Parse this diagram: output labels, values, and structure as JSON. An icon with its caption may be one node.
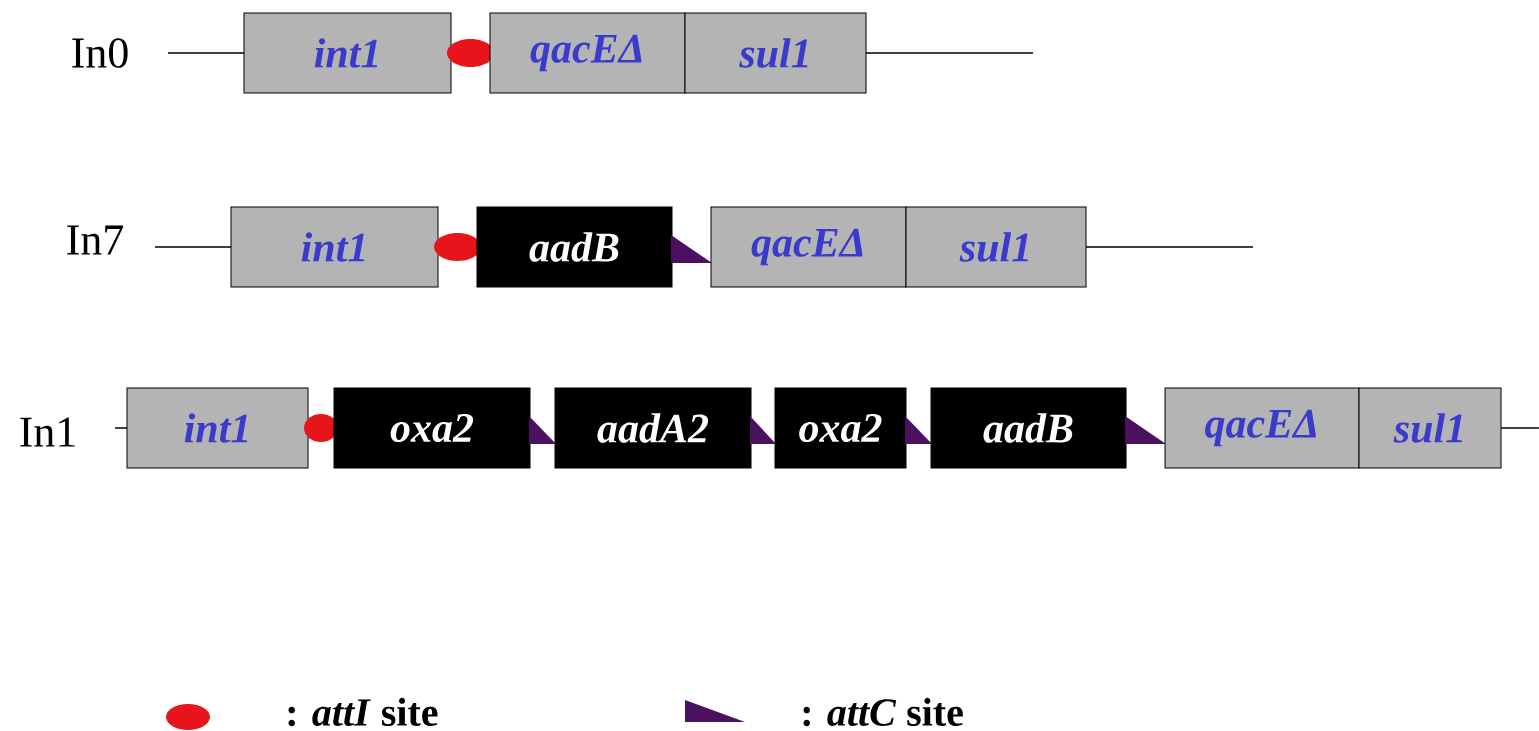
{
  "diagram": {
    "nodes": [
      {
        "text": [
          "int1"
        ]
      },
      {
        "text": [],
        "shape": "ellipse"
      },
      {
        "text": [
          "qacEΔ"
        ]
      },
      {
        "text": [
          "sul1"
        ]
      },
      {
        "text": [
          "int1"
        ]
      },
      {
        "text": [],
        "shape": "ellipse"
      },
      {
        "text": [
          "aadB"
        ]
      },
      {
        "text": [],
        "shape": "triangle"
      },
      {
        "text": [
          "qacEΔ"
        ]
      },
      {
        "text": [
          "sul1"
        ]
      },
      {
        "text": [
          "int1"
        ]
      },
      {
        "text": [],
        "shape": "ellipse"
      },
      {
        "text": [
          "oxa2"
        ]
      },
      {
        "text": [],
        "shape": "triangle"
      },
      {
        "text": [
          "aadA2"
        ]
      },
      {
        "text": [],
        "shape": "triangle"
      },
      {
        "text": [
          "oxa2"
        ]
      },
      {
        "text": [],
        "shape": "triangle"
      },
      {
        "text": [
          "aadB"
        ]
      },
      {
        "text": [],
        "shape": "triangle"
      },
      {
        "text": [
          "qacEΔ"
        ]
      },
      {
        "text": [
          "sul1"
        ]
      }
    ],
    "labels": [
      "In0",
      "In7",
      "In1"
    ],
    "legend": [
      {
        "text": ": *attI* site"
      },
      {
        "text": ": *attC* site"
      }
    ]
  }
}
